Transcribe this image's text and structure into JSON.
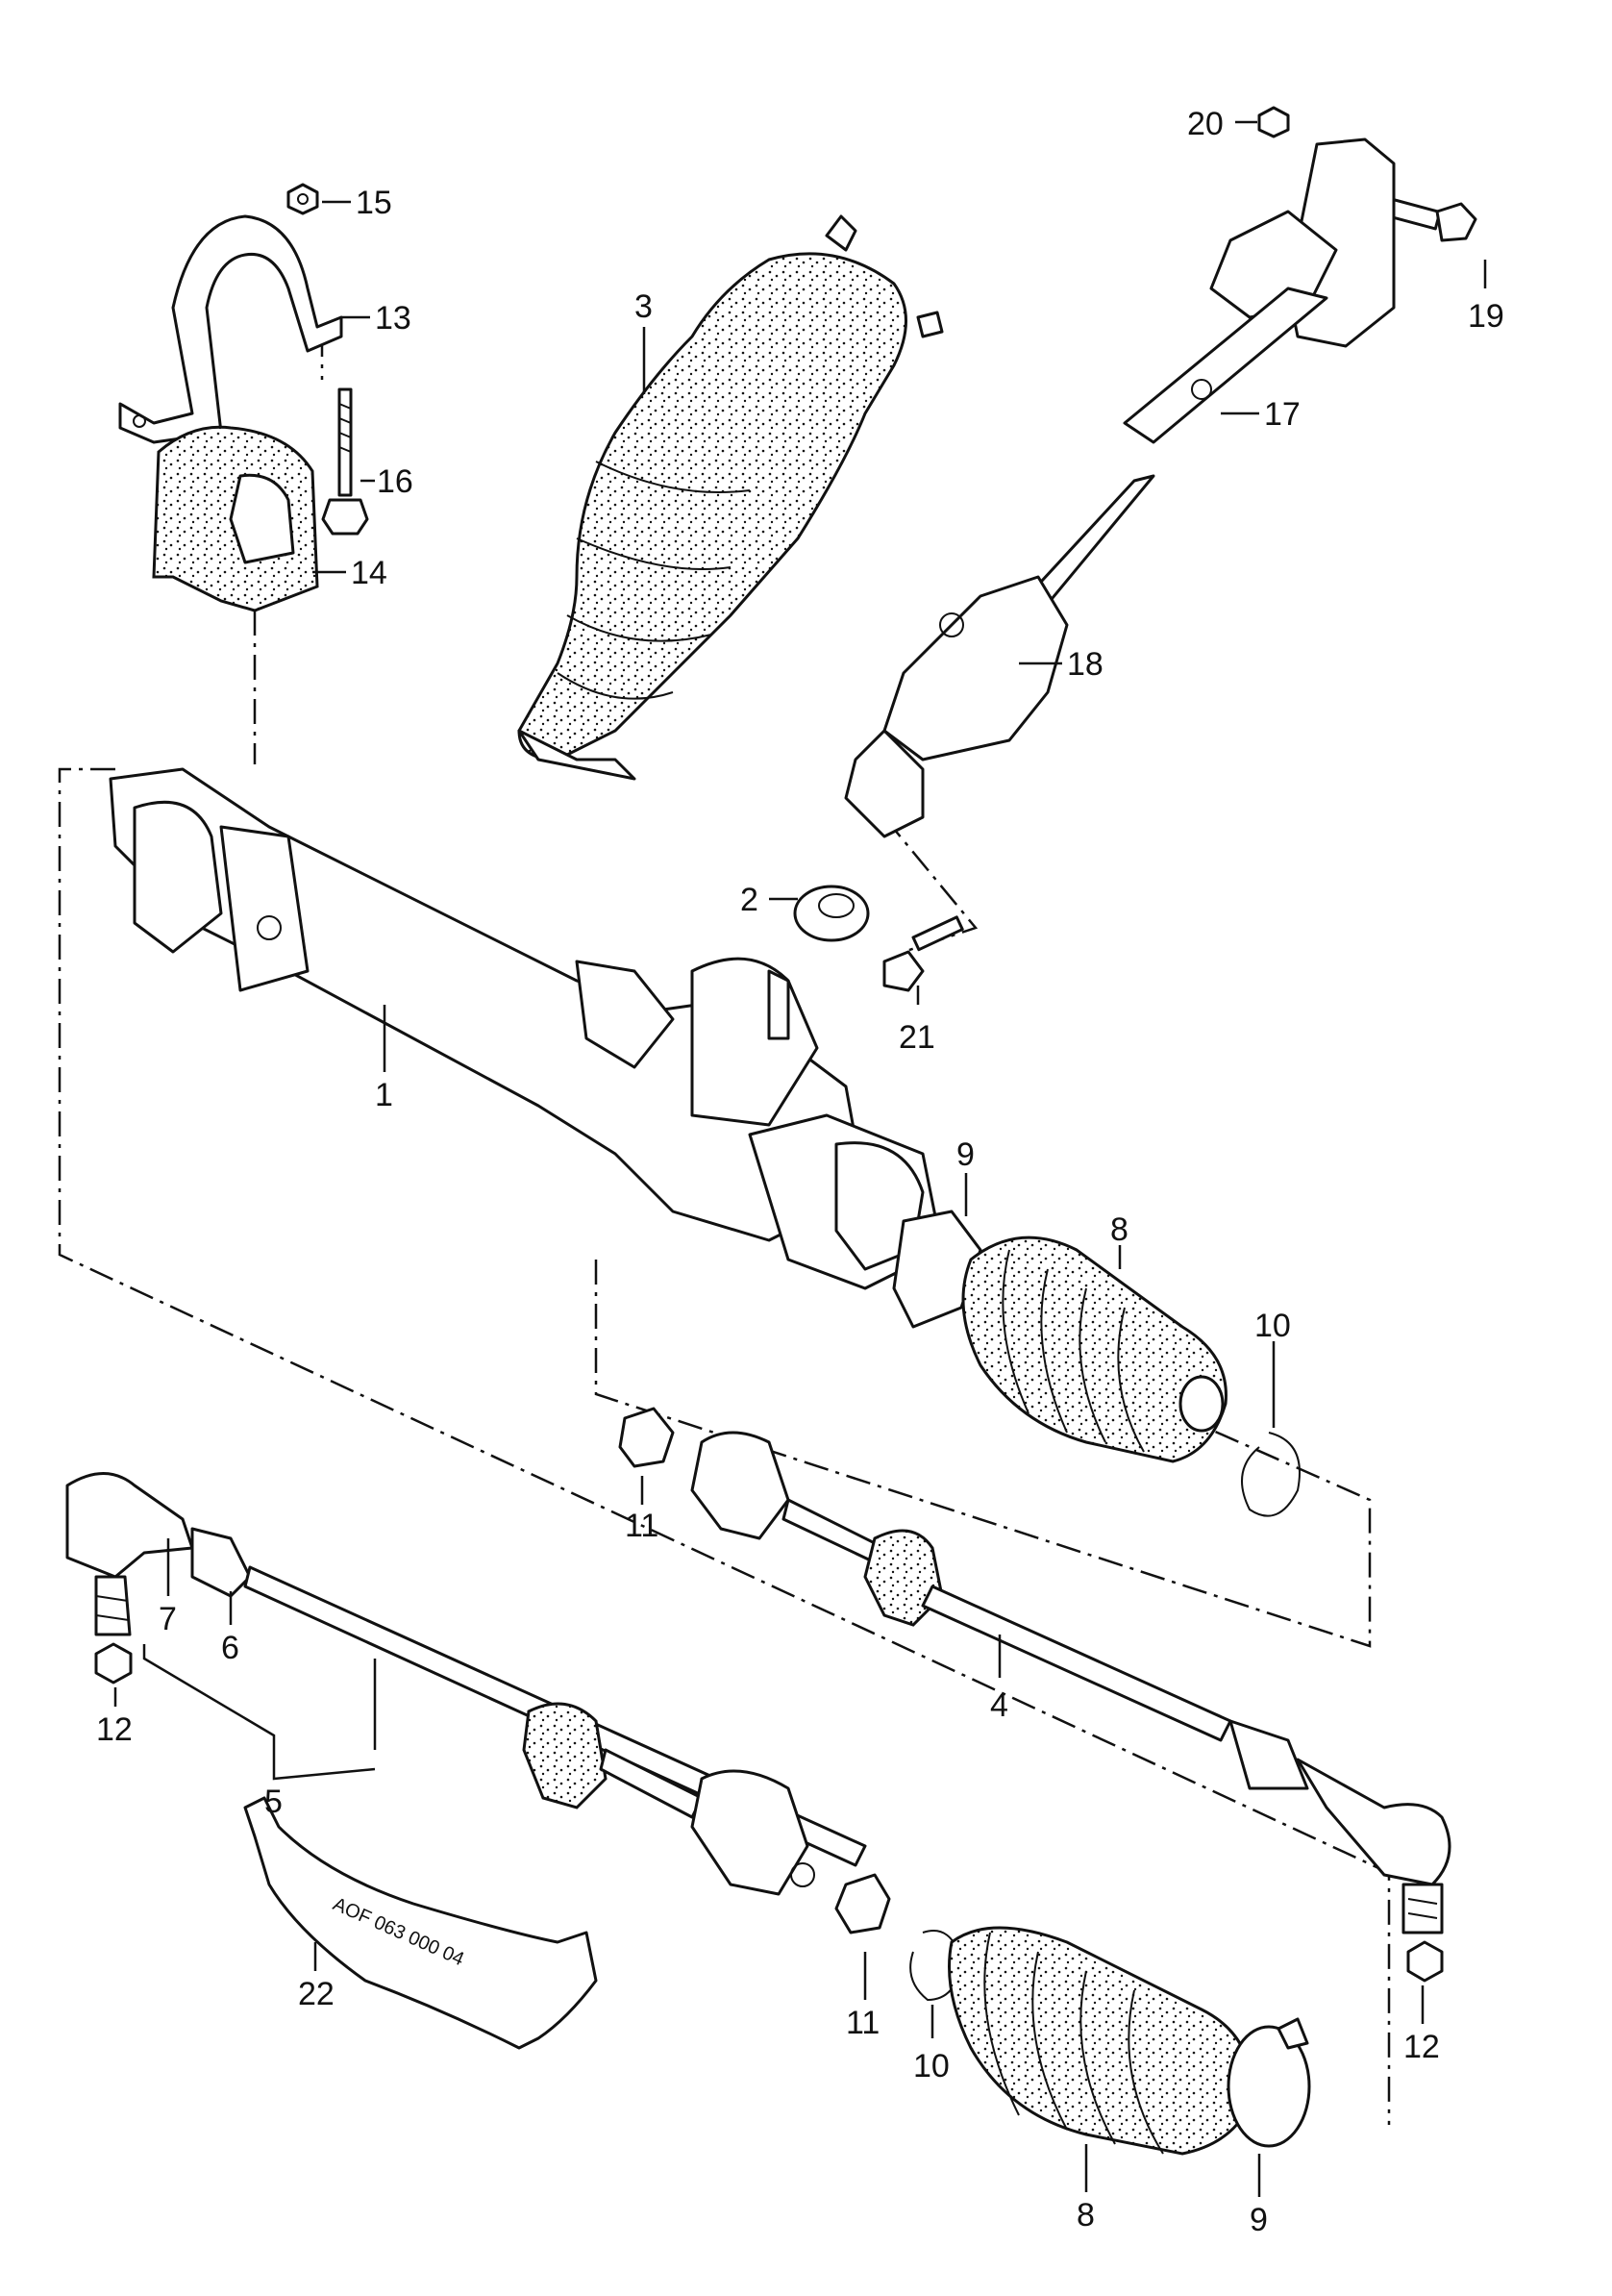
{
  "diagram": {
    "labels": {
      "p1": "1",
      "p2": "2",
      "p3": "3",
      "p4": "4",
      "p5": "5",
      "p6": "6",
      "p7": "7",
      "p8a": "8",
      "p8b": "8",
      "p9a": "9",
      "p9b": "9",
      "p10a": "10",
      "p10b": "10",
      "p11a": "11",
      "p11b": "11",
      "p12a": "12",
      "p12b": "12",
      "p13": "13",
      "p14": "14",
      "p15": "15",
      "p16": "16",
      "p17": "17",
      "p18": "18",
      "p19": "19",
      "p20": "20",
      "p21": "21",
      "p22": "22"
    },
    "tube_marking": "AOF 063 000 04"
  }
}
